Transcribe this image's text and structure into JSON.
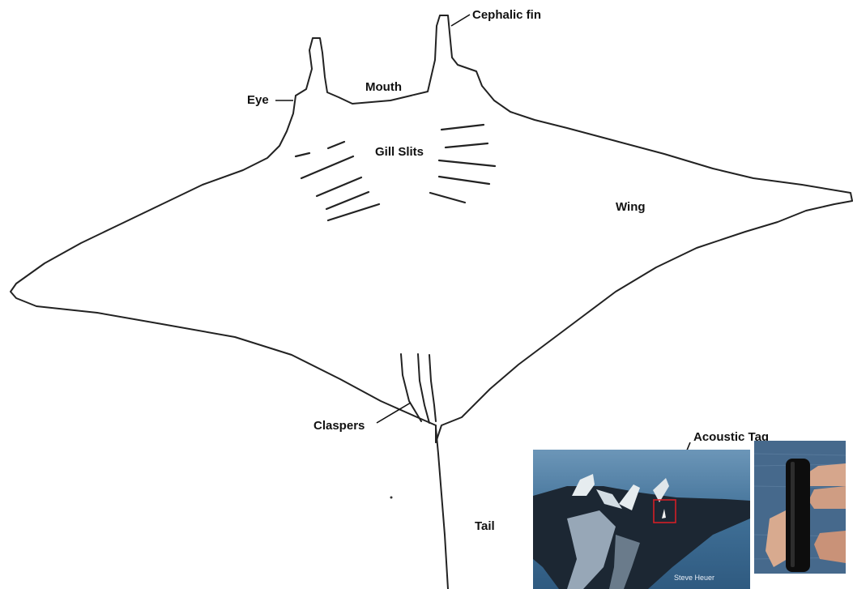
{
  "labels": {
    "cephalic_fin": "Cephalic fin",
    "mouth": "Mouth",
    "eye": "Eye",
    "gill_slits": "Gill Slits",
    "wing": "Wing",
    "claspers": "Claspers",
    "tail": "Tail",
    "acoustic_tag": "Acoustic Tag"
  },
  "photo": {
    "credit": "Steve Heuer"
  },
  "colors": {
    "outline": "#222222",
    "water": "#3f6f96",
    "ray_body": "#1c2733",
    "highlight_box": "#d21f26",
    "tag_black": "#0d0d0d"
  }
}
